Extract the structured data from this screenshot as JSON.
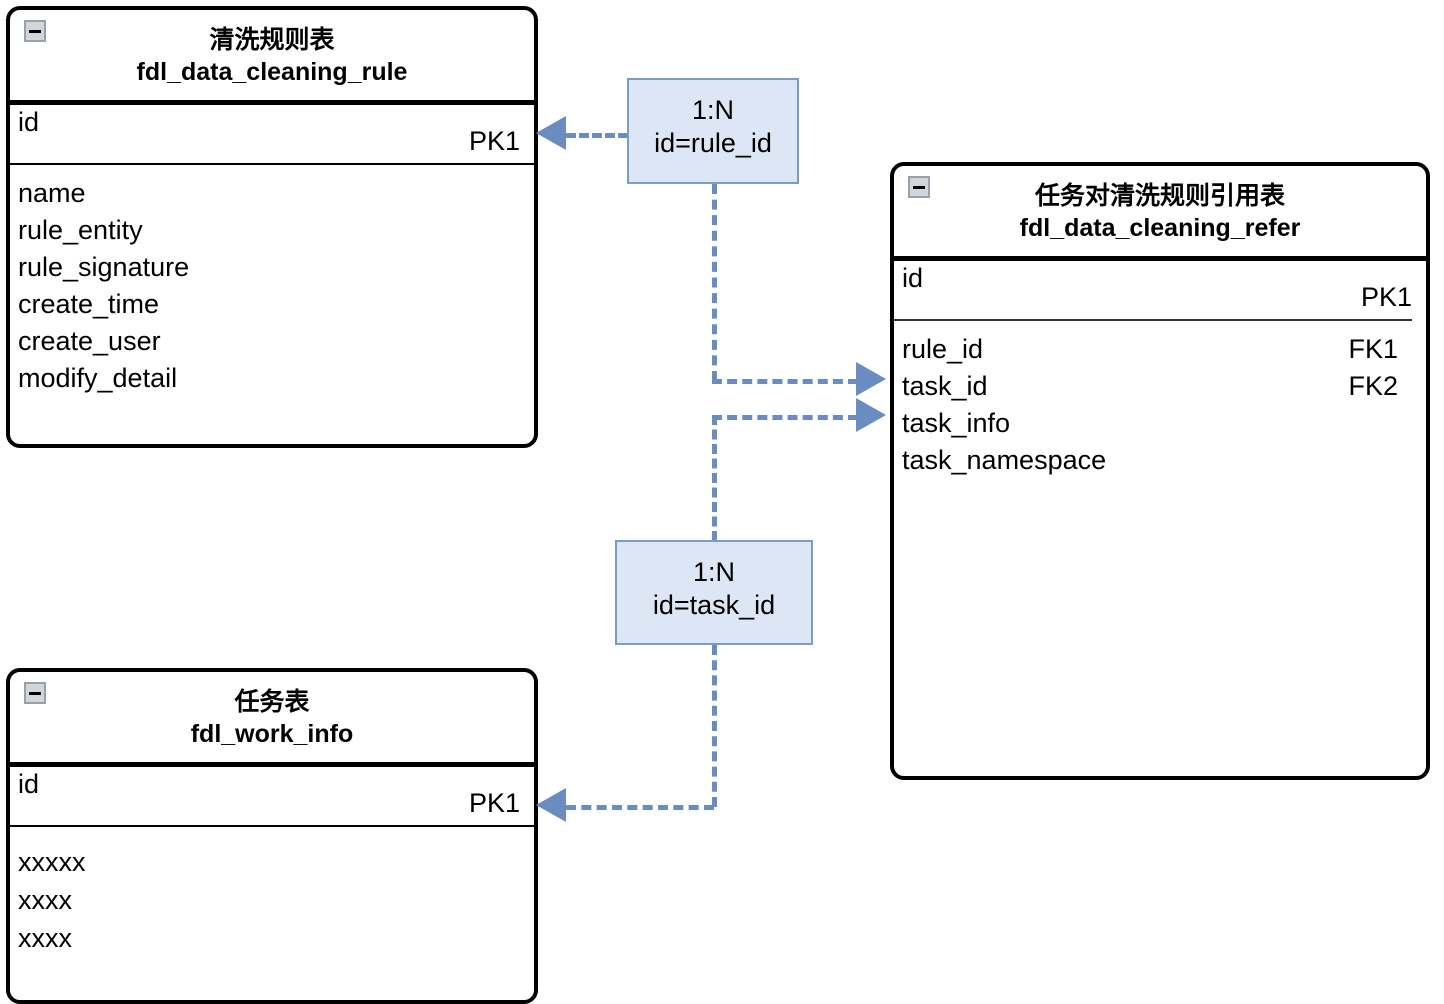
{
  "diagram": {
    "type": "er-diagram",
    "background_color": "#ffffff",
    "entity_border_color": "#000000",
    "relation_fill_color": "#dce6f5",
    "relation_border_color": "#7a9cc9",
    "connector_color": "#6a8cc0"
  },
  "entities": [
    {
      "id": "fdl_data_cleaning_rule",
      "title_cn": "清洗规则表",
      "title_en": "fdl_data_cleaning_rule",
      "collapse_icon": "collapse-minus-icon",
      "key_field": {
        "name": "id",
        "tag": "PK1"
      },
      "fields": [
        {
          "name": "name",
          "tag": ""
        },
        {
          "name": "rule_entity",
          "tag": ""
        },
        {
          "name": "rule_signature",
          "tag": ""
        },
        {
          "name": "create_time",
          "tag": ""
        },
        {
          "name": "create_user",
          "tag": ""
        },
        {
          "name": "modify_detail",
          "tag": ""
        }
      ]
    },
    {
      "id": "fdl_data_cleaning_refer",
      "title_cn": "任务对清洗规则引用表",
      "title_en": "fdl_data_cleaning_refer",
      "collapse_icon": "collapse-minus-icon",
      "key_field": {
        "name": "id",
        "tag": "PK1"
      },
      "fields": [
        {
          "name": "rule_id",
          "tag": "FK1"
        },
        {
          "name": "task_id",
          "tag": "FK2"
        },
        {
          "name": "task_info",
          "tag": ""
        },
        {
          "name": "task_namespace",
          "tag": ""
        }
      ]
    },
    {
      "id": "fdl_work_info",
      "title_cn": "任务表",
      "title_en": "fdl_work_info",
      "collapse_icon": "collapse-minus-icon",
      "key_field": {
        "name": "id",
        "tag": "PK1"
      },
      "fields": [
        {
          "name": "xxxxx",
          "tag": ""
        },
        {
          "name": "xxxx",
          "tag": ""
        },
        {
          "name": "xxxx",
          "tag": ""
        }
      ]
    }
  ],
  "relationships": [
    {
      "id": "rel-rule",
      "cardinality": "1:N",
      "join": "id=rule_id",
      "from": "fdl_data_cleaning_rule.id",
      "to": "fdl_data_cleaning_refer.rule_id"
    },
    {
      "id": "rel-task",
      "cardinality": "1:N",
      "join": "id=task_id",
      "from": "fdl_work_info.id",
      "to": "fdl_data_cleaning_refer.task_id"
    }
  ]
}
